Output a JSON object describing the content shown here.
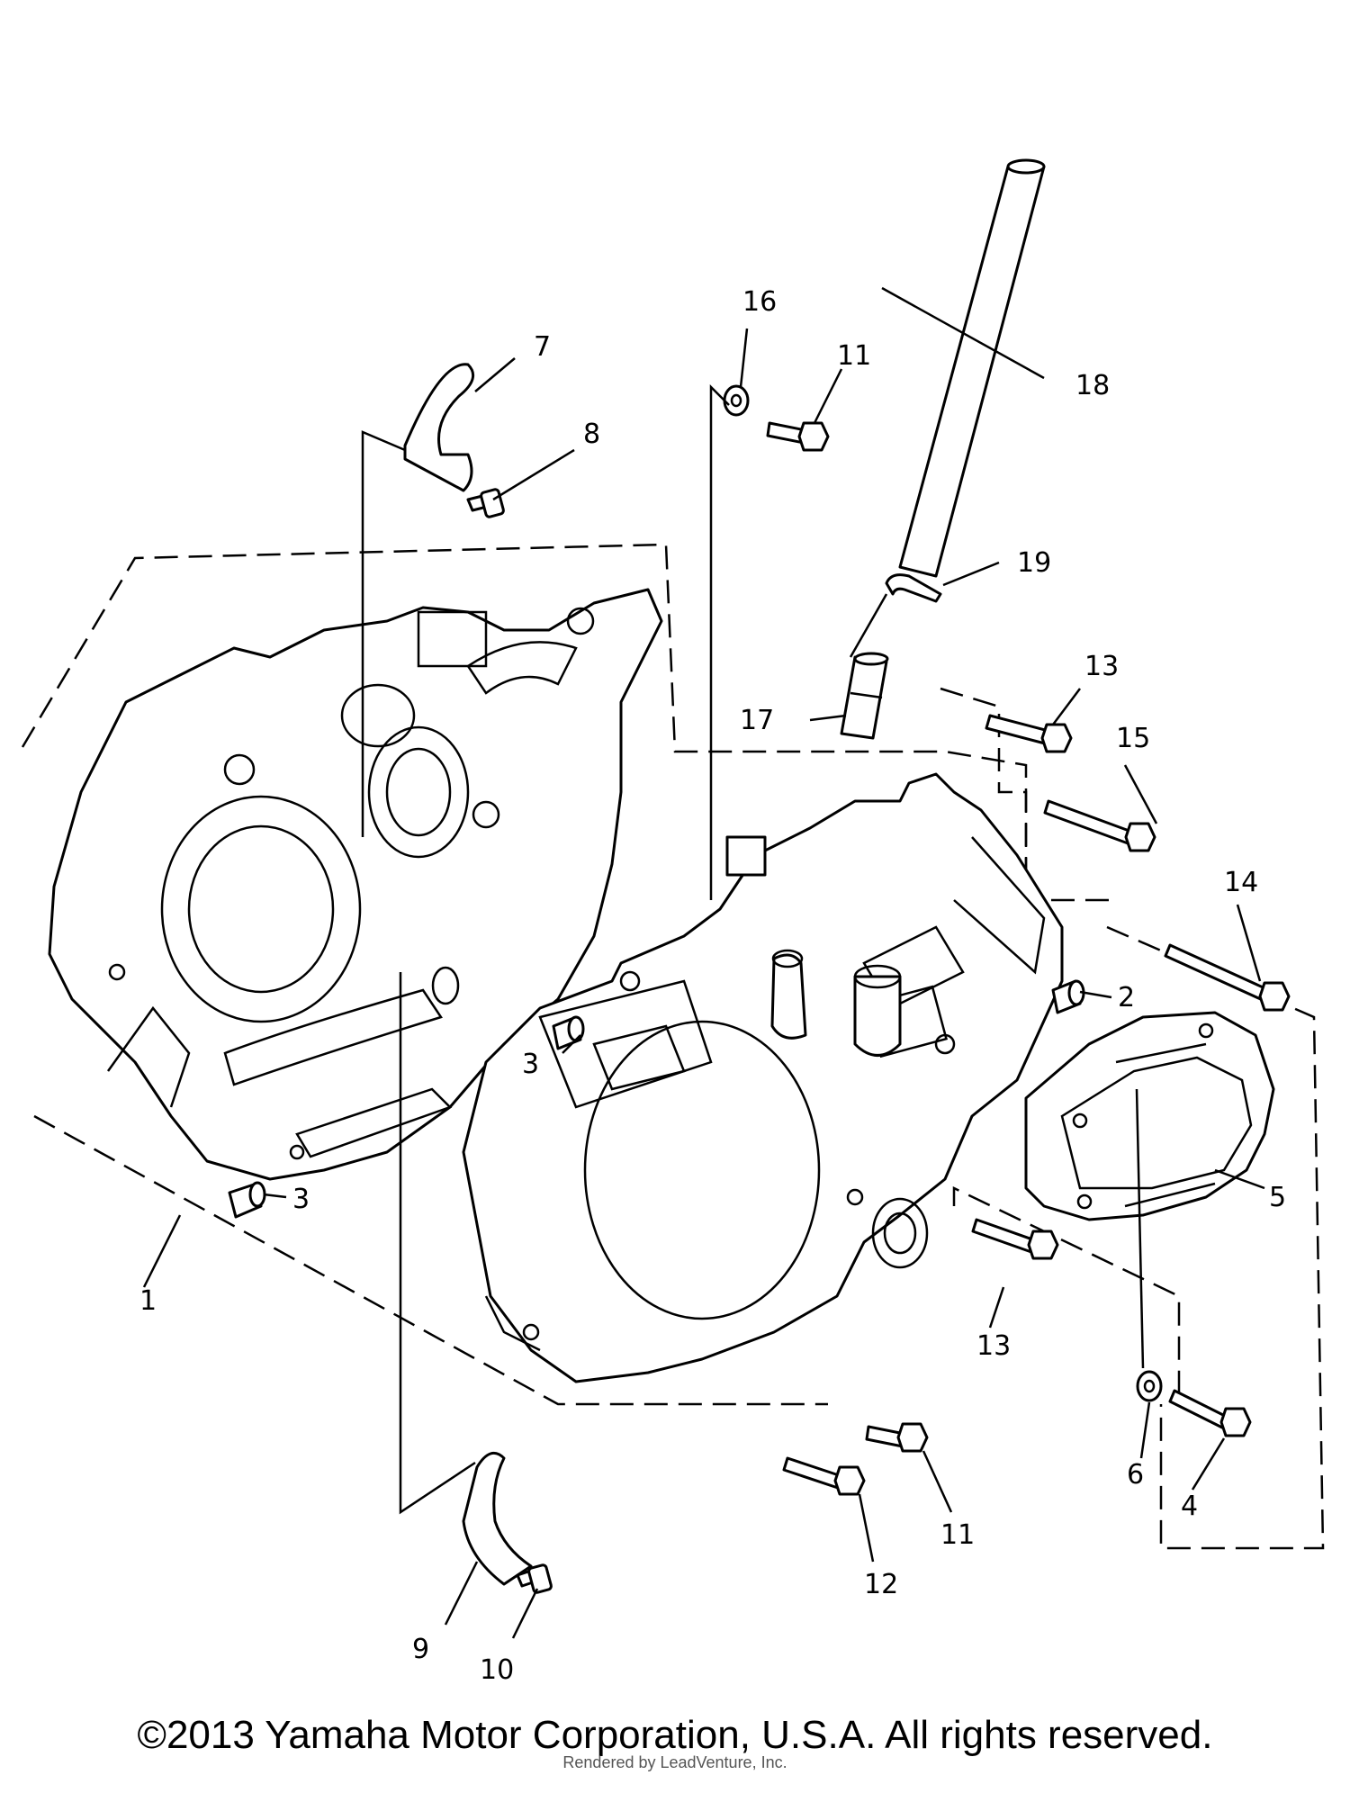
{
  "diagram": {
    "callouts": [
      {
        "id": "1",
        "label": "1"
      },
      {
        "id": "2",
        "label": "2"
      },
      {
        "id": "3a",
        "label": "3"
      },
      {
        "id": "3b",
        "label": "3"
      },
      {
        "id": "4",
        "label": "4"
      },
      {
        "id": "5",
        "label": "5"
      },
      {
        "id": "6",
        "label": "6"
      },
      {
        "id": "7",
        "label": "7"
      },
      {
        "id": "8",
        "label": "8"
      },
      {
        "id": "9",
        "label": "9"
      },
      {
        "id": "10",
        "label": "10"
      },
      {
        "id": "11a",
        "label": "11"
      },
      {
        "id": "11b",
        "label": "11"
      },
      {
        "id": "12",
        "label": "12"
      },
      {
        "id": "13a",
        "label": "13"
      },
      {
        "id": "13b",
        "label": "13"
      },
      {
        "id": "14",
        "label": "14"
      },
      {
        "id": "15",
        "label": "15"
      },
      {
        "id": "16",
        "label": "16"
      },
      {
        "id": "17",
        "label": "17"
      },
      {
        "id": "18",
        "label": "18"
      },
      {
        "id": "19",
        "label": "19"
      }
    ]
  },
  "footer": {
    "copyright": "©2013 Yamaha Motor Corporation, U.S.A. All rights reserved.",
    "rendered_by": "Rendered by LeadVenture, Inc."
  }
}
